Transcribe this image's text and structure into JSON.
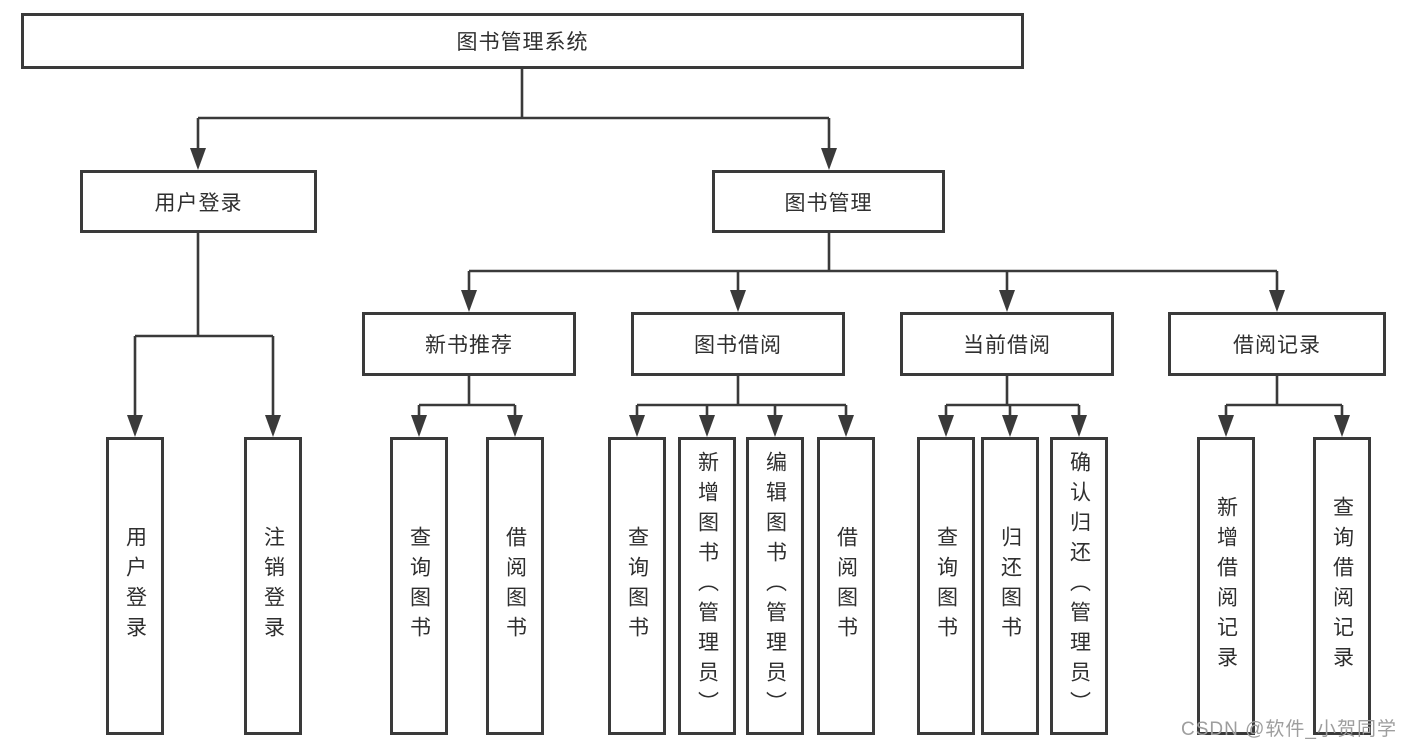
{
  "diagram_title": "图书管理系统",
  "colors": {
    "line": "#3a3a3a",
    "border": "#3a3a3a",
    "text": "#2f2f2f",
    "background": "#ffffff",
    "watermark": "#9e9e9e"
  },
  "tree": {
    "root": "图书管理系统",
    "children": [
      {
        "label": "用户登录",
        "children": [
          "用户登录",
          "注销登录"
        ]
      },
      {
        "label": "图书管理",
        "children": [
          {
            "label": "新书推荐",
            "children": [
              "查询图书",
              "借阅图书"
            ]
          },
          {
            "label": "图书借阅",
            "children": [
              "查询图书",
              "新增图书（管理员）",
              "编辑图书（管理员）",
              "借阅图书"
            ]
          },
          {
            "label": "当前借阅",
            "children": [
              "查询图书",
              "归还图书",
              "确认归还（管理员）"
            ]
          },
          {
            "label": "借阅记录",
            "children": [
              "新增借阅记录",
              "查询借阅记录"
            ]
          }
        ]
      }
    ]
  },
  "watermark": {
    "text": "CSDN @软件_小贺同学"
  }
}
